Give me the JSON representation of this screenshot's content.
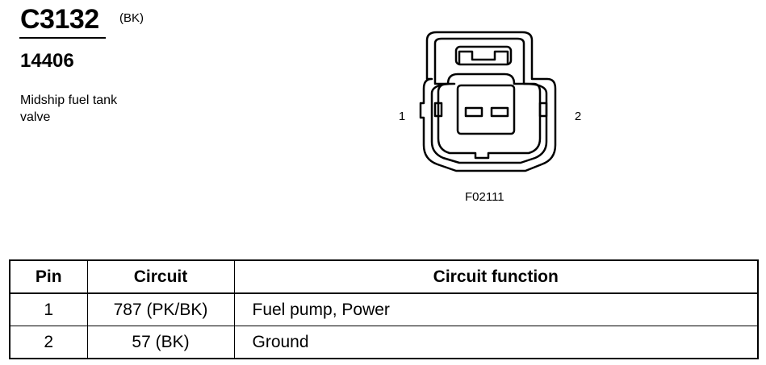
{
  "header": {
    "connector_id": "C3132",
    "connector_color": "(BK)",
    "part_number": "14406",
    "description": "Midship fuel tank valve"
  },
  "figure": {
    "pin_left_label": "1",
    "pin_right_label": "2",
    "code": "F02111"
  },
  "table": {
    "headers": [
      "Pin",
      "Circuit",
      "Circuit function"
    ],
    "rows": [
      {
        "pin": "1",
        "circuit": "787 (PK/BK)",
        "function": "Fuel pump, Power"
      },
      {
        "pin": "2",
        "circuit": "57 (BK)",
        "function": "Ground"
      }
    ]
  }
}
